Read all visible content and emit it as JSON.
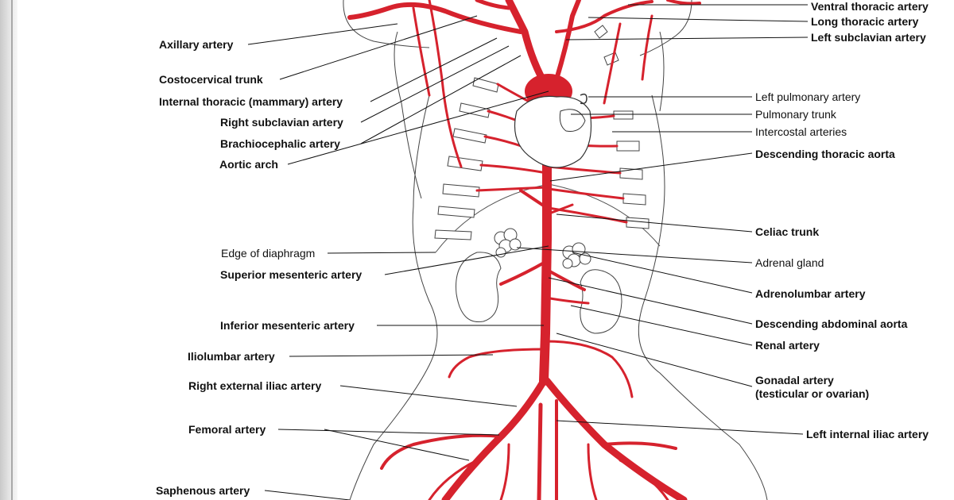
{
  "labels": {
    "axillary_artery": "Axillary artery",
    "costocervical_trunk": "Costocervical trunk",
    "internal_thoracic_artery": "Internal thoracic (mammary) artery",
    "right_subclavian_artery": "Right subclavian artery",
    "brachiocephalic_artery": "Brachiocephalic artery",
    "aortic_arch": "Aortic arch",
    "edge_of_diaphragm": "Edge of diaphragm",
    "superior_mesenteric_artery": "Superior mesenteric artery",
    "inferior_mesenteric_artery": "Inferior mesenteric artery",
    "iliolumbar_artery": "Iliolumbar artery",
    "right_external_iliac_artery": "Right external iliac artery",
    "femoral_artery": "Femoral artery",
    "saphenous_artery": "Saphenous artery",
    "ventral_thoracic_artery": "Ventral thoracic artery",
    "long_thoracic_artery": "Long thoracic artery",
    "left_subclavian_artery": "Left subclavian artery",
    "left_pulmonary_artery": "Left pulmonary artery",
    "pulmonary_trunk": "Pulmonary trunk",
    "intercostal_arteries": "Intercostal arteries",
    "descending_thoracic_aorta": "Descending thoracic aorta",
    "celiac_trunk": "Celiac trunk",
    "adrenal_gland": "Adrenal gland",
    "adrenolumbar_artery": "Adrenolumbar artery",
    "descending_abdominal_aorta": "Descending abdominal aorta",
    "renal_artery": "Renal artery",
    "gonadal_artery": "Gonadal artery",
    "gonadal_artery_sub": "(testicular or ovarian)",
    "left_internal_iliac_artery": "Left internal iliac artery"
  },
  "colors": {
    "artery": "#d6222d",
    "outline": "#333333",
    "leader": "#111111",
    "background": "#ffffff"
  }
}
